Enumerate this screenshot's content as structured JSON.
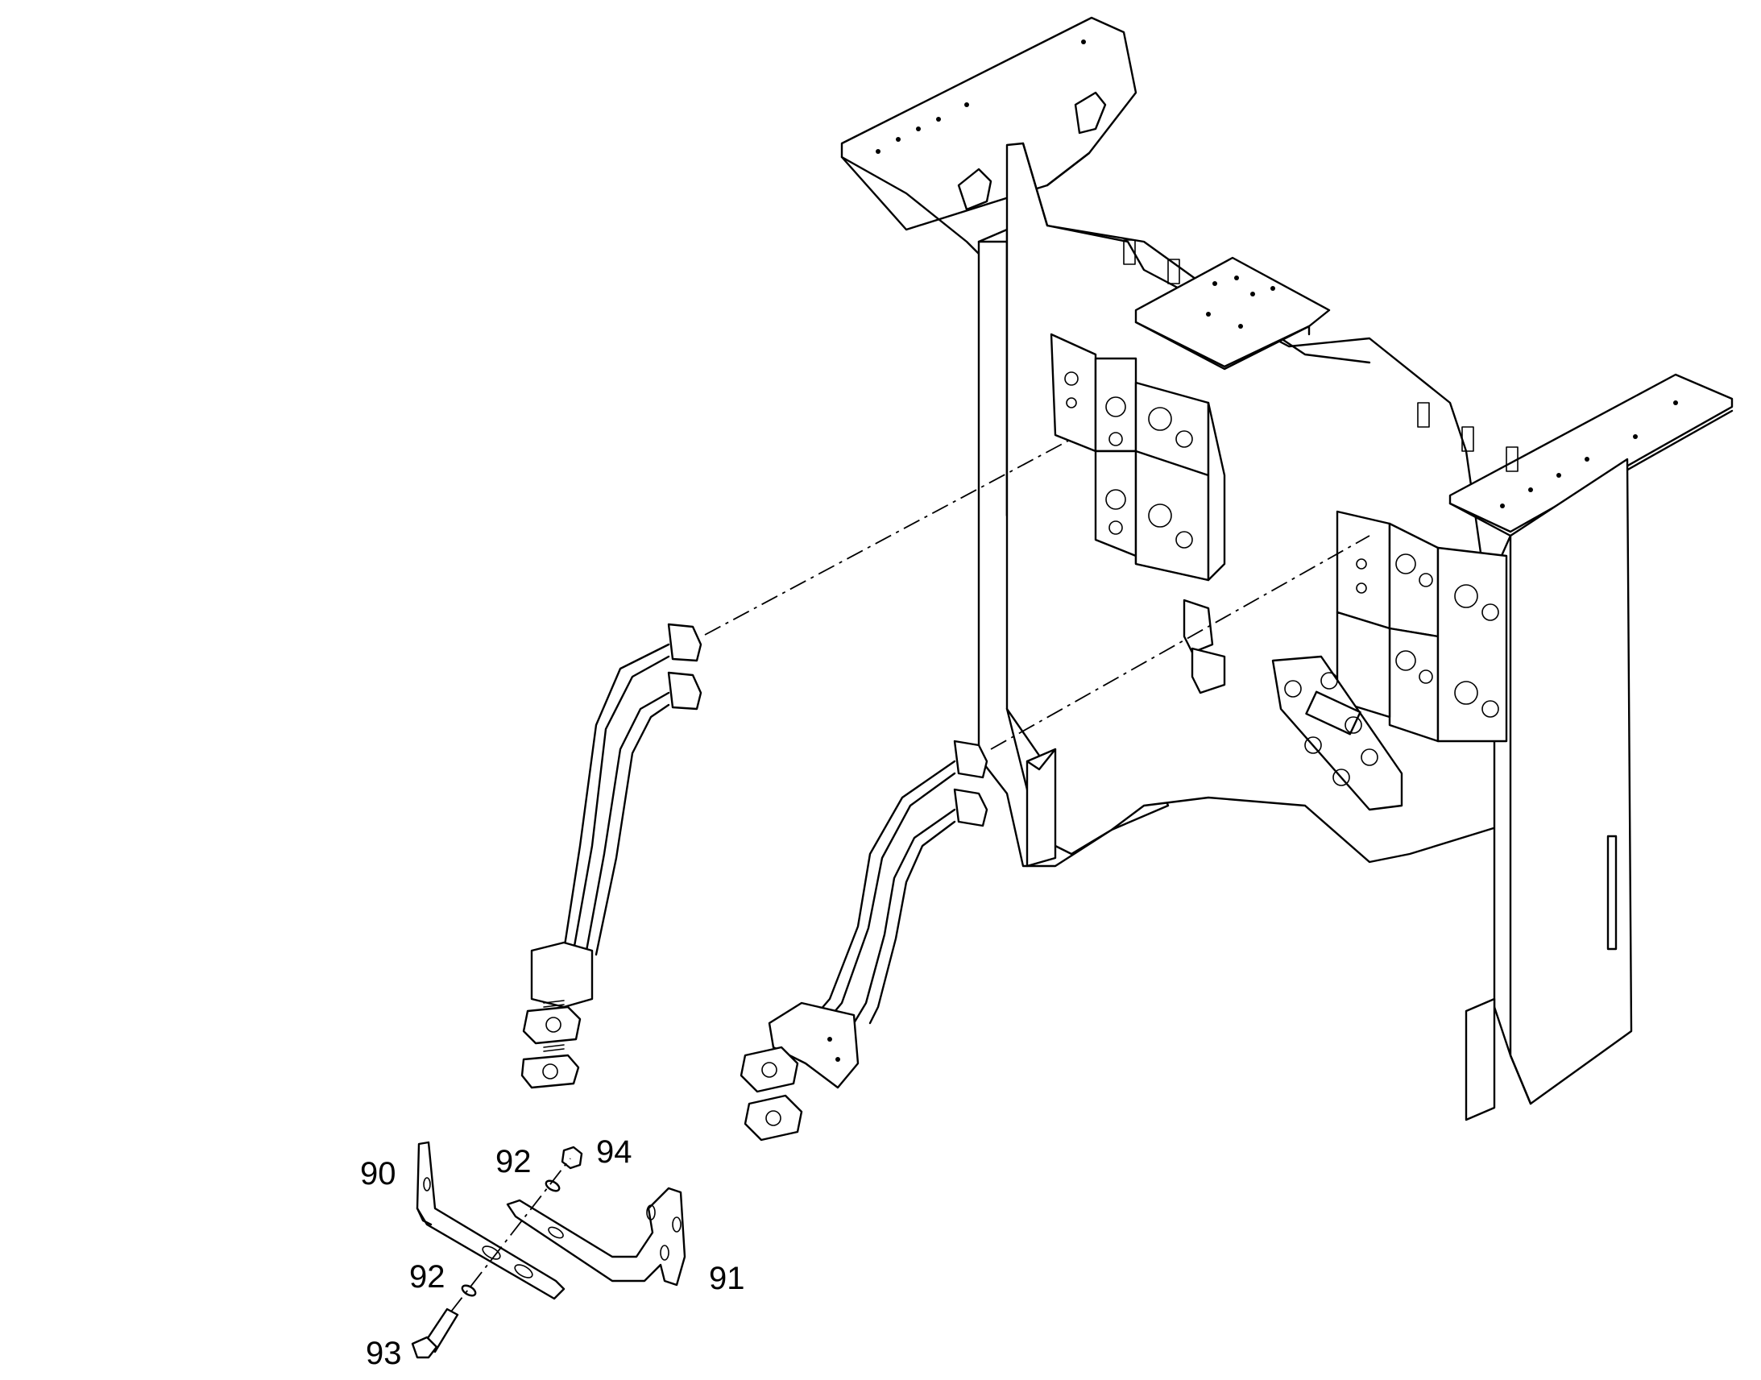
{
  "callouts": {
    "c90": "90",
    "c91": "91",
    "c92a": "92",
    "c92b": "92",
    "c93": "93",
    "c94": "94"
  }
}
